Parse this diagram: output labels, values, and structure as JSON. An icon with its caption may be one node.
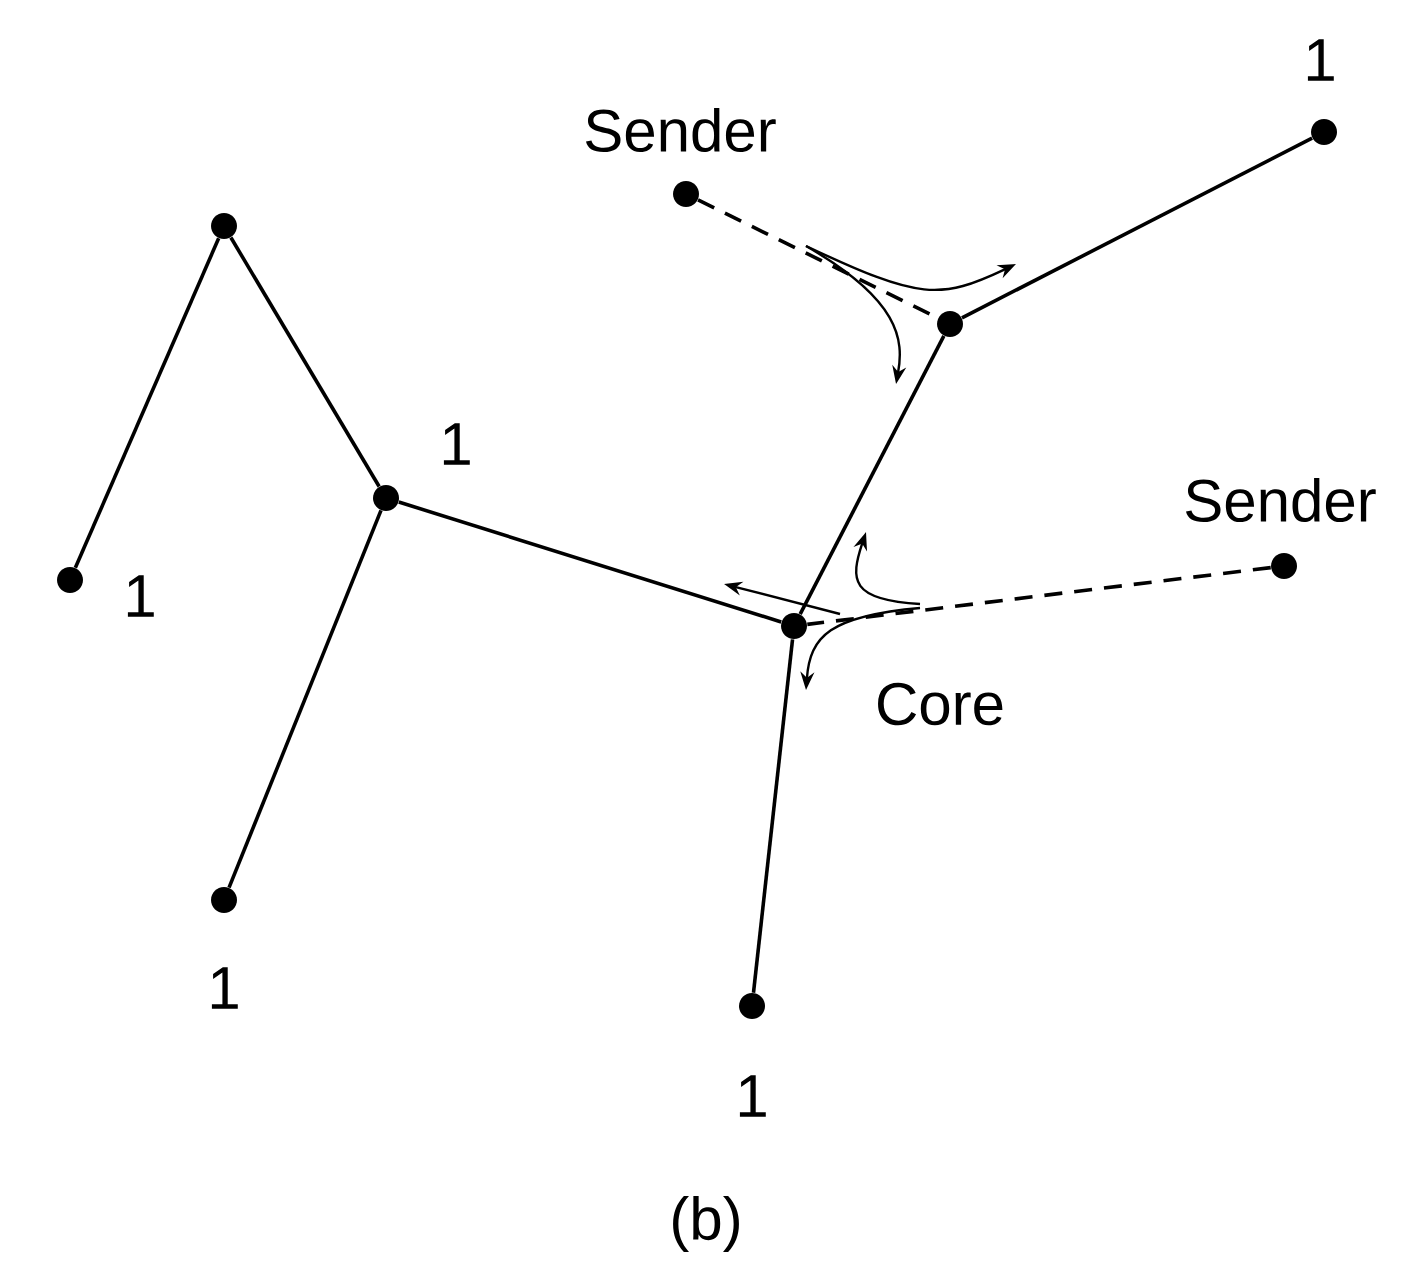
{
  "diagram": {
    "caption": "(b)",
    "nodes": [
      {
        "text": [],
        "shape": "circle",
        "beside": [
          "Sender"
        ]
      },
      {
        "text": [],
        "shape": "circle",
        "beside": [
          "1"
        ]
      },
      {
        "text": [],
        "shape": "circle"
      },
      {
        "text": [],
        "shape": "circle"
      },
      {
        "text": [],
        "shape": "circle",
        "beside": [
          "1"
        ]
      },
      {
        "text": [],
        "shape": "circle",
        "beside": [
          "1"
        ]
      },
      {
        "text": [],
        "shape": "circle",
        "beside": [
          "Core"
        ]
      },
      {
        "text": [],
        "shape": "circle",
        "beside": [
          "Sender"
        ]
      },
      {
        "text": [],
        "shape": "circle",
        "beside": [
          "1"
        ]
      },
      {
        "text": [],
        "shape": "circle",
        "beside": [
          "1"
        ]
      }
    ],
    "edges": [
      {
        "from": 0,
        "to": 2,
        "arrow": "none",
        "style": "dashed"
      },
      {
        "from": 1,
        "to": 2,
        "arrow": "none"
      },
      {
        "from": 2,
        "to": 6,
        "arrow": "none"
      },
      {
        "from": 3,
        "to": 4,
        "arrow": "none"
      },
      {
        "from": 3,
        "to": 5,
        "arrow": "none"
      },
      {
        "from": 4,
        "to": 8,
        "arrow": "none"
      },
      {
        "from": 4,
        "to": 6,
        "arrow": "none"
      },
      {
        "from": 6,
        "to": 9,
        "arrow": "none"
      },
      {
        "from": 7,
        "to": 6,
        "arrow": "none",
        "style": "dashed"
      }
    ]
  }
}
